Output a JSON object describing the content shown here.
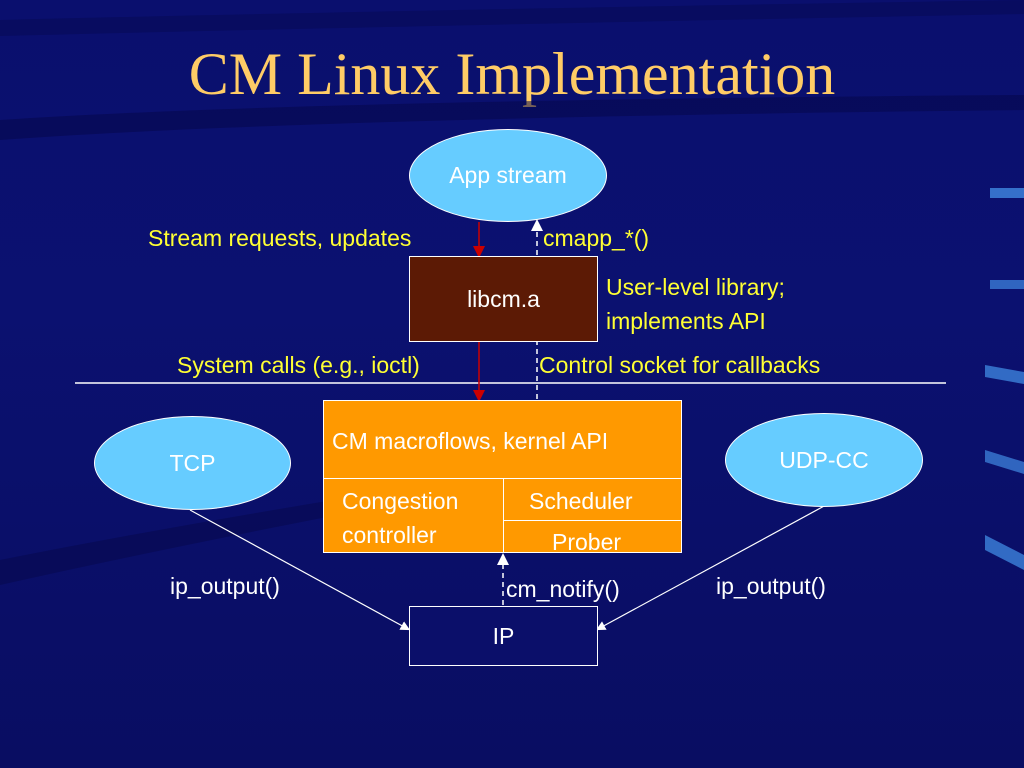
{
  "slide": {
    "title": "CM Linux Implementation"
  },
  "diagram": {
    "app_stream": "App stream",
    "libcm": "libcm.a",
    "user_library_line1": "User-level library;",
    "user_library_line2": "implements API",
    "stream_requests": "Stream requests, updates",
    "cmapp": "cmapp_*()",
    "system_calls": "System calls (e.g., ioctl)",
    "control_socket": "Control socket for callbacks",
    "cm_macroflows": "CM macroflows, kernel API",
    "congestion_line1": "Congestion",
    "congestion_line2": "controller",
    "scheduler": "Scheduler",
    "prober": "Prober",
    "tcp": "TCP",
    "udp_cc": "UDP-CC",
    "ip_output_left": "ip_output()",
    "ip_output_right": "ip_output()",
    "cm_notify": "cm_notify()",
    "ip": "IP"
  },
  "colors": {
    "title": "#ffcc66",
    "yellow_label": "#ffff33",
    "ellipse_fill": "#66ccff",
    "libcm_fill": "#5c1a05",
    "cm_fill": "#ff9900",
    "red_arrow": "#cc0000"
  }
}
